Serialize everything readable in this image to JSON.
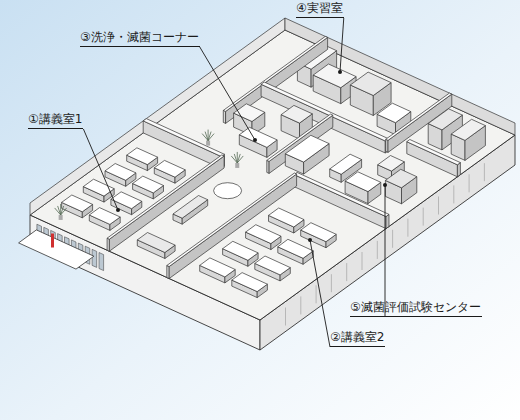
{
  "diagram": {
    "labels": [
      "①講義室1",
      "②講義室2",
      "③洗浄・滅菌コーナー",
      "④実習室",
      "⑤滅菌評価試験センター"
    ]
  }
}
